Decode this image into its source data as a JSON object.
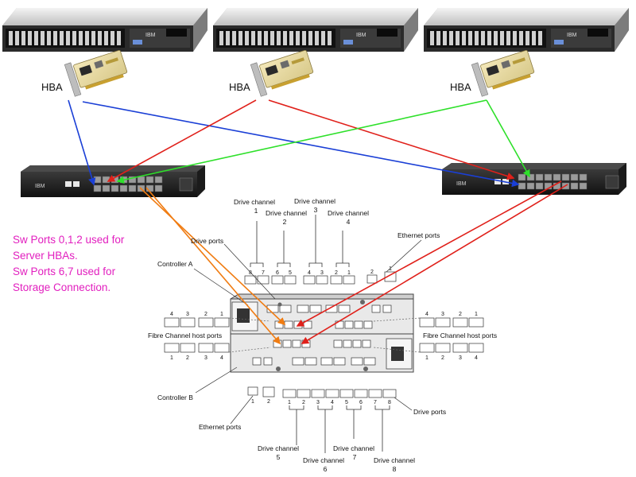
{
  "hba_label": "HBA",
  "note_lines": [
    "Sw Ports 0,1,2 used for",
    "Server HBAs.",
    "Sw Ports 6,7 used for",
    "Storage Connection."
  ],
  "switch_brand": "IBM",
  "server_brand": "IBM",
  "labels": {
    "drive_channel_1": [
      "Drive channel",
      "1"
    ],
    "drive_channel_2": [
      "Drive channel",
      "2"
    ],
    "drive_channel_3": [
      "Drive channel",
      "3"
    ],
    "drive_channel_4": [
      "Drive channel",
      "4"
    ],
    "drive_channel_5": [
      "Drive channel",
      "5"
    ],
    "drive_channel_6": [
      "Drive channel",
      "6"
    ],
    "drive_channel_7": [
      "Drive channel",
      "7"
    ],
    "drive_channel_8": [
      "Drive channel",
      "8"
    ],
    "drive_ports_top": "Drive ports",
    "drive_ports_bottom": "Drive ports",
    "ethernet_ports_top": "Ethernet ports",
    "ethernet_ports_bottom": "Ethernet ports",
    "controller_a": "Controller A",
    "controller_b": "Controller B",
    "fc_host_ports_left": "Fibre Channel host ports",
    "fc_host_ports_right": "Fibre Channel host ports"
  },
  "port_numbers": {
    "top_drive": [
      "8",
      "7",
      "6",
      "5",
      "4",
      "3",
      "2",
      "1"
    ],
    "top_ethernet": [
      "2",
      "1"
    ],
    "left_host_top": [
      "4",
      "3",
      "2",
      "1"
    ],
    "left_host_bottom": [
      "1",
      "2",
      "3",
      "4"
    ],
    "right_host_top": [
      "4",
      "3",
      "2",
      "1"
    ],
    "right_host_bottom": [
      "1",
      "2",
      "3",
      "4"
    ],
    "bottom_ethernet": [
      "1",
      "2"
    ],
    "bottom_drive": [
      "1",
      "2",
      "3",
      "4",
      "5",
      "6",
      "7",
      "8"
    ]
  },
  "connection_colors": {
    "server1": "#1a3fd6",
    "server2": "#e0201a",
    "server3": "#2ee02a",
    "storage_left": "#f07c12",
    "storage_right": "#e0201a"
  }
}
